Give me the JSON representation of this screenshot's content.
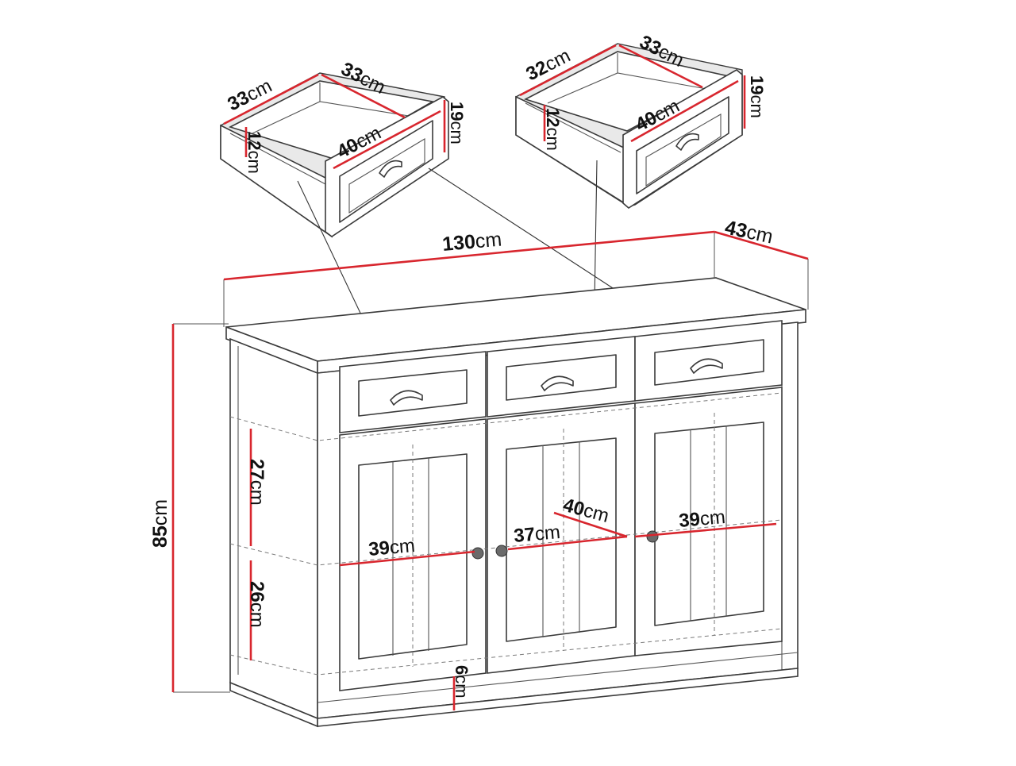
{
  "unit": "cm",
  "colors": {
    "dimension_line": "#d8262e",
    "outline": "#3a3a3a",
    "background": "#ffffff"
  },
  "labels": {
    "width": "130",
    "depth": "43",
    "height": "85",
    "upper_shelf_gap": "27",
    "lower_shelf_gap": "26",
    "plinth": "6",
    "left_compartment_width": "39",
    "middle_compartment_width": "37",
    "right_compartment_width": "39",
    "shelf_depth": "40",
    "drawer_left_width": "33",
    "drawer_left_depth": "33",
    "drawer_left_front": "40",
    "drawer_left_inner_height": "12",
    "drawer_left_front_height": "19",
    "drawer_right_width": "32",
    "drawer_right_depth": "33",
    "drawer_right_front": "40",
    "drawer_right_inner_height": "12",
    "drawer_right_front_height": "19"
  }
}
